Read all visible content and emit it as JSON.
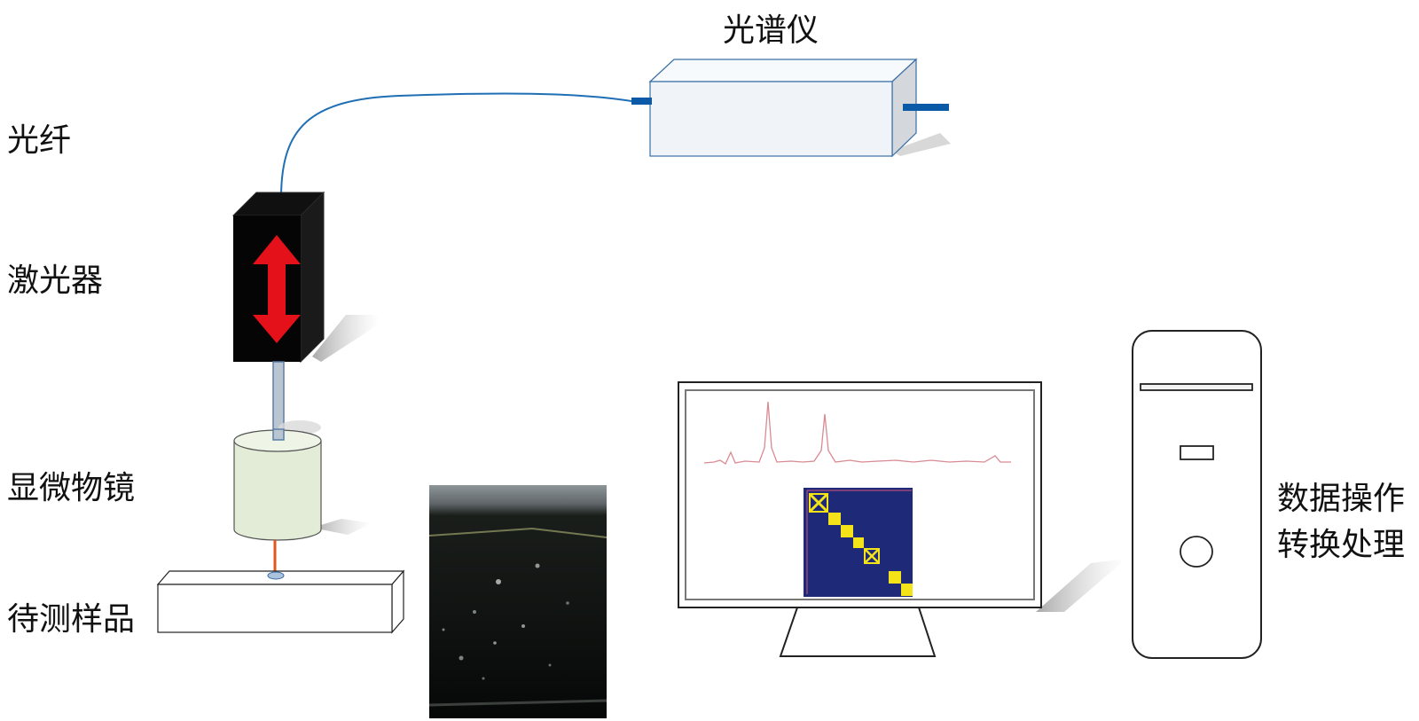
{
  "labels": {
    "spectrometer": "光谱仪",
    "fiber": "光纤",
    "laser": "激光器",
    "objective": "显微物镜",
    "sample": "待测样品",
    "processing_line1": "数据操作",
    "processing_line2": "转换处理"
  },
  "colors": {
    "fiber": "#1f6fb5",
    "connector": "#0a5aa8",
    "laser_body": "#050505",
    "arrow": "#e4111a",
    "objective": "#e3ecd6",
    "beam": "#e0561e",
    "spectrum": "#d98a93",
    "heatmap_bg": "#1e2a78",
    "heatmap_hot": "#f5e31a"
  },
  "icons": {
    "spectrometer": "box-icon",
    "laser": "laser-icon",
    "monitor": "monitor-icon",
    "computer": "pc-tower-icon"
  }
}
